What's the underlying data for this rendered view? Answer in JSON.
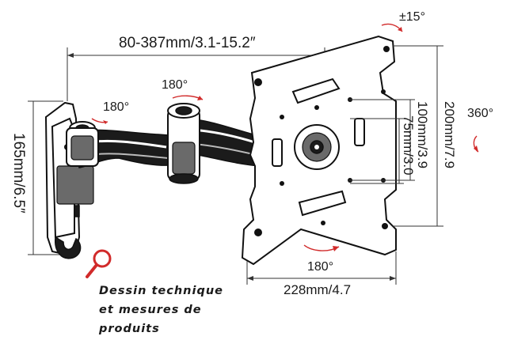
{
  "diagram": {
    "dimensions": {
      "arm_extension": "80-387mm/3.1-15.2″",
      "wall_plate_height": "165mm/6.5″",
      "vesa_width": "228mm/4.7",
      "vesa_height": "200mm/7.9",
      "vesa_100": "100mm/3.9",
      "vesa_75": "75mm/3.0"
    },
    "rotations": {
      "tilt": "±15°",
      "swivel_top": "180°",
      "swivel_arm": "180°",
      "swivel_bottom": "180°",
      "rotate": "360°"
    },
    "accent_color": "#d12a2a"
  },
  "caption": {
    "line1": "Dessin technique",
    "line2": "et mesures de",
    "line3": "produits"
  }
}
